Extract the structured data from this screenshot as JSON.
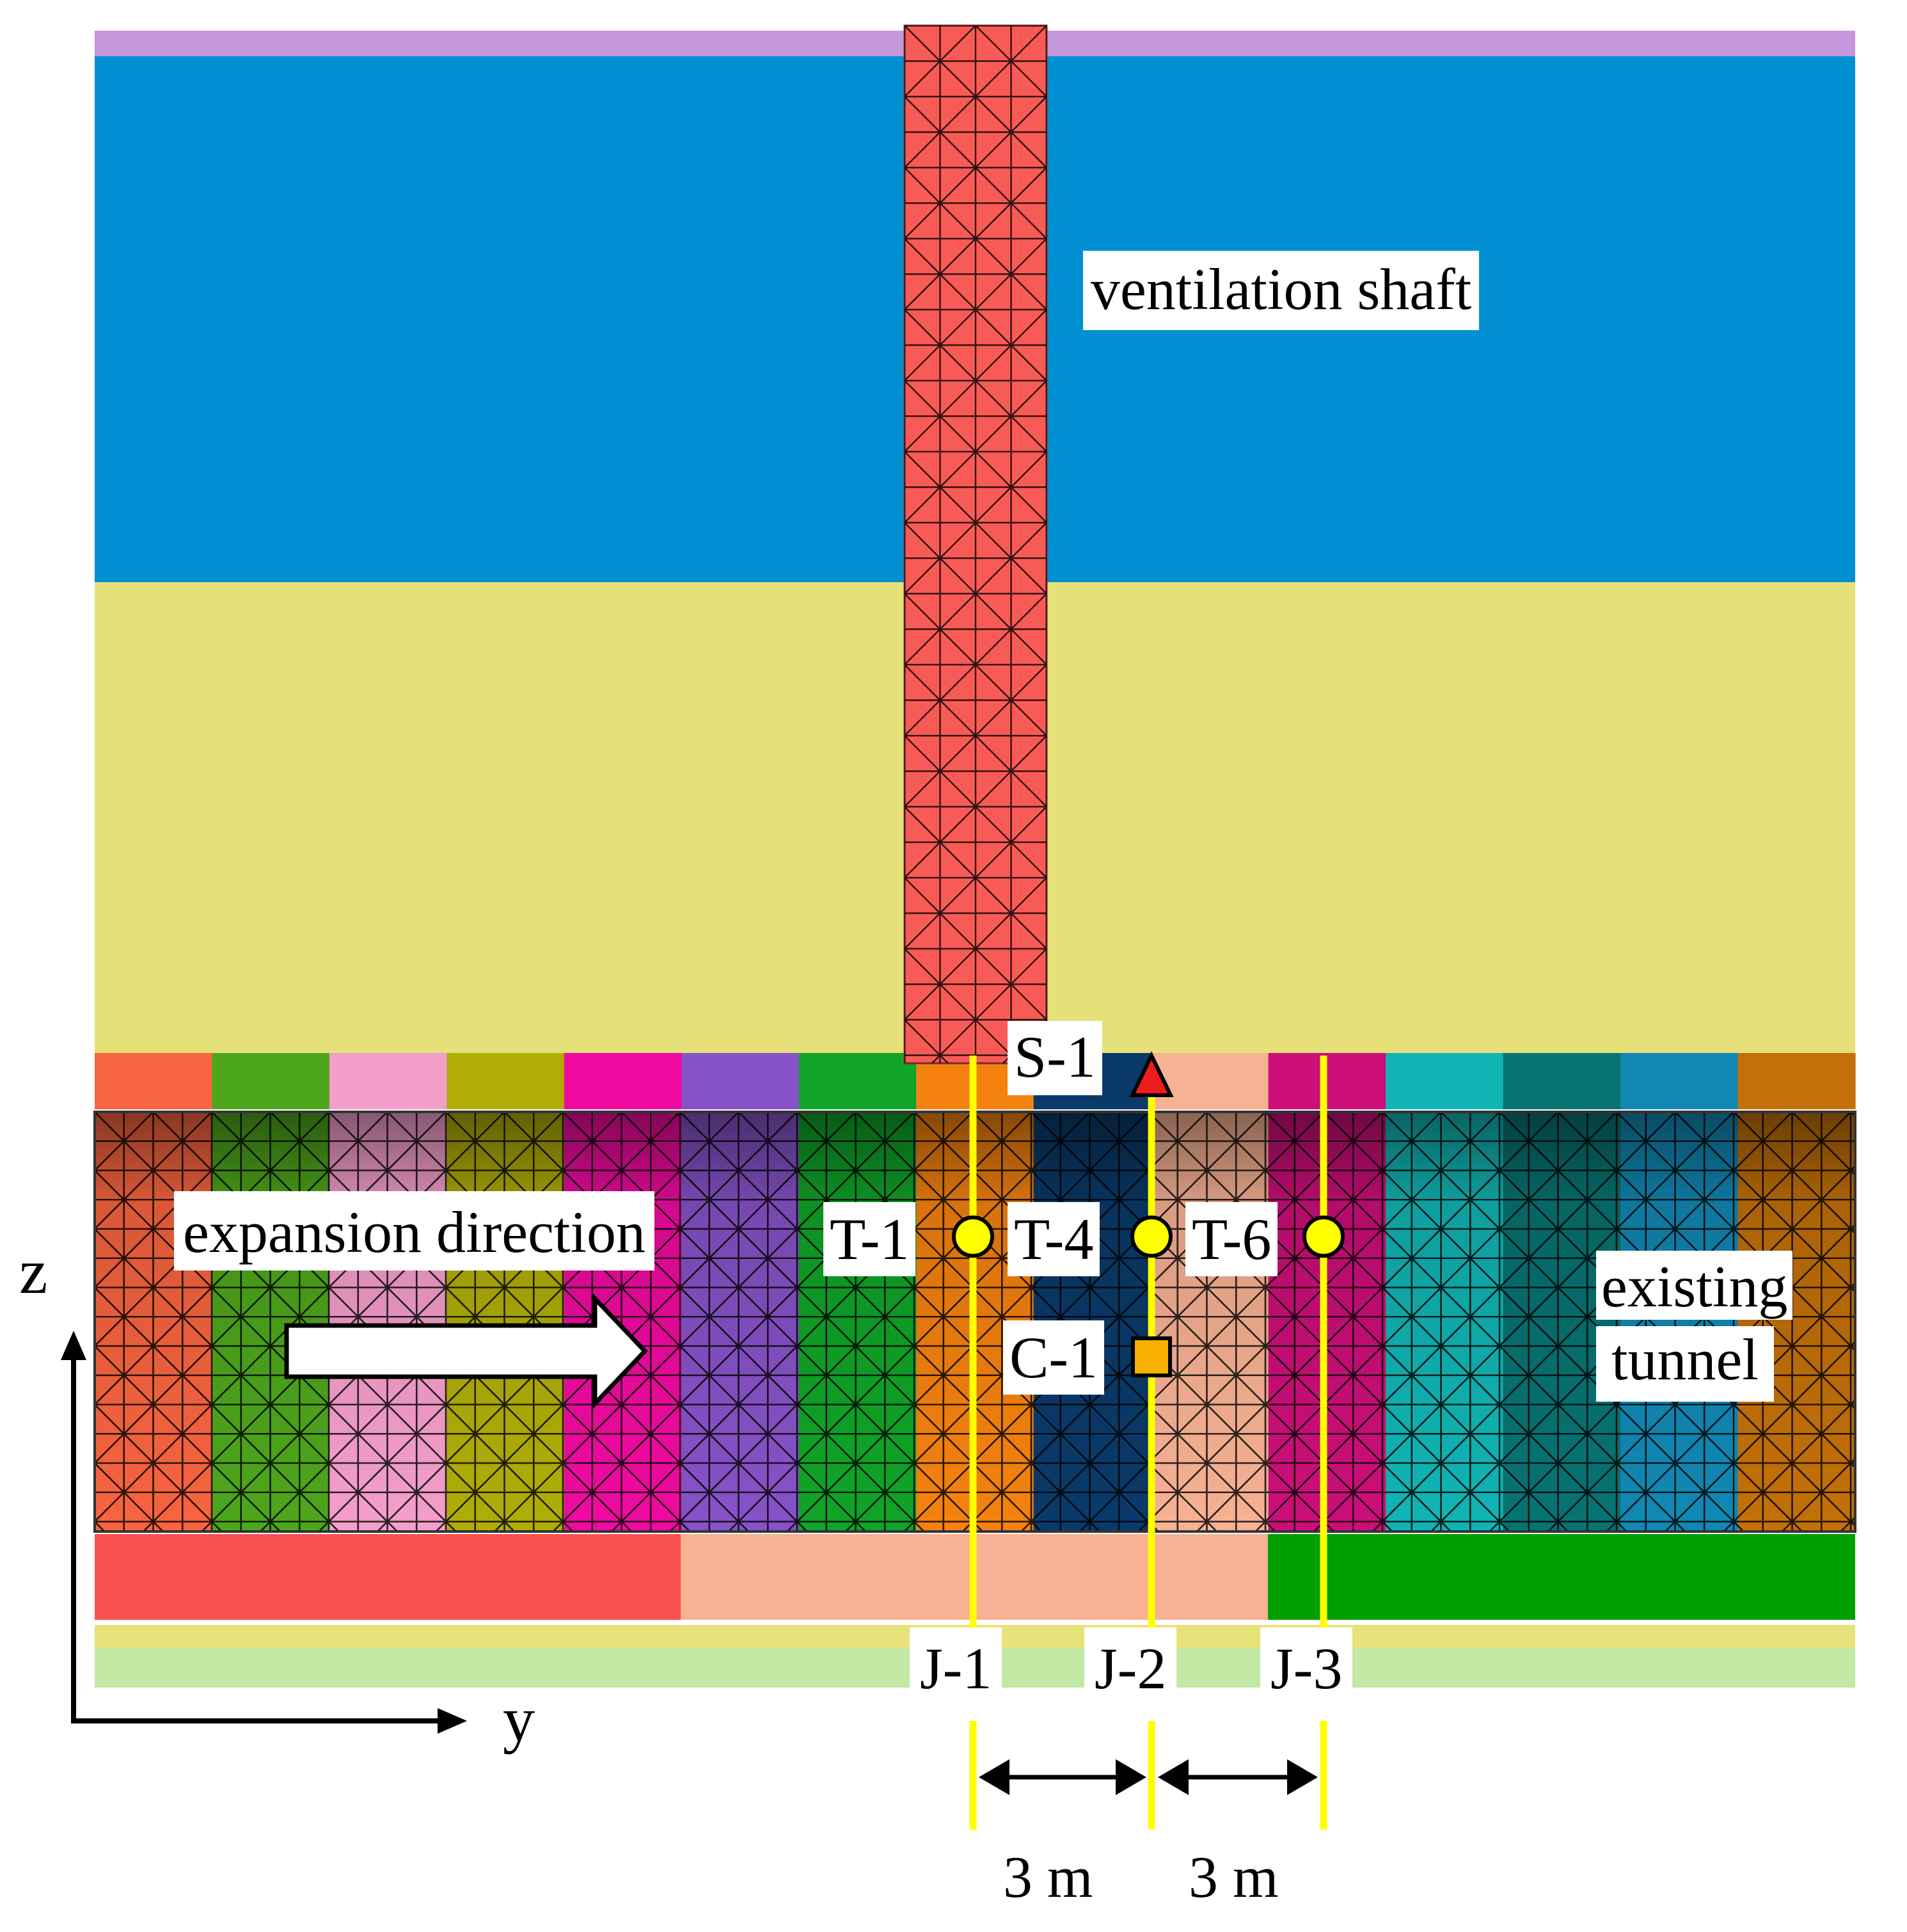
{
  "labels": {
    "ventilation_shaft": "ventilation shaft",
    "expansion_direction": "expansion direction",
    "existing_tunnel_1": "existing",
    "existing_tunnel_2": "tunnel"
  },
  "points": {
    "s1": "S-1",
    "t1": "T-1",
    "t4": "T-4",
    "t6": "T-6",
    "c1": "C-1"
  },
  "lines": {
    "j1": "J-1",
    "j2": "J-2",
    "j3": "J-3"
  },
  "dimensions": {
    "d1": "3 m",
    "d2": "3 m"
  },
  "axes": {
    "z": "z",
    "y": "y"
  },
  "colors": {
    "top_strip": "#c596db",
    "upper_layer": "#0090d2",
    "middle_layer": "#e5e178",
    "shaft": "#f85b56",
    "marker_line": "#ffff00",
    "sensor_circle": "#ffff00",
    "sensor_triangle": "#ee1c1c",
    "sensor_square": "#f6b000",
    "bottom_band_1": "#f85050",
    "bottom_band_2": "#f7b193",
    "bottom_band_3": "#00a000",
    "base_layer_1": "#e8e27a",
    "base_layer_2": "#c3e8a4"
  },
  "tunnel_segment_colors": [
    "#f7643f",
    "#4ea61c",
    "#f49ecb",
    "#b0ad08",
    "#f00aa0",
    "#8752c8",
    "#10a428",
    "#f5820f",
    "#0a3a6a",
    "#f7b193",
    "#cc0e7a",
    "#11b4b4",
    "#077373",
    "#1188b4",
    "#c37008"
  ]
}
